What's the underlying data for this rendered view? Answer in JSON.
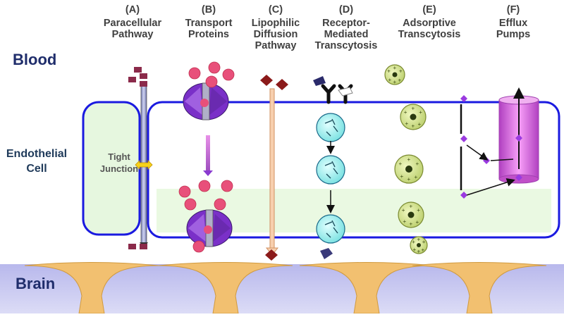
{
  "regions": {
    "blood": "Blood",
    "endothelial_cell": "Endothelial\nCell",
    "brain": "Brain",
    "tight_junction": "Tight\nJunction"
  },
  "pathways": [
    {
      "letter": "(A)",
      "name": "Paracellular\nPathway"
    },
    {
      "letter": "(B)",
      "name": "Transport\nProteins"
    },
    {
      "letter": "(C)",
      "name": "Lipophilic\nDiffusion\nPathway"
    },
    {
      "letter": "(D)",
      "name": "Receptor-\nMediated\nTranscytosis"
    },
    {
      "letter": "(E)",
      "name": "Adsorptive\nTranscytosis"
    },
    {
      "letter": "(F)",
      "name": "Efflux\nPumps"
    }
  ],
  "colors": {
    "cell_outline": "#1a1ae0",
    "cell_fill": "#e8f8e0",
    "brain_fill": "#c8c8f0",
    "astrocyte": "#f2c070",
    "region_label": "#1f2d6b",
    "pathway_label": "#404040",
    "maroon_particle": "#8b2a4a",
    "pink_particle": "#e8507a",
    "transporter": "#8a3ad0",
    "diffusion_arrow": "#f5c8a0",
    "lipophilic_particle": "#8b1a1a",
    "vesicle_cyan": "#a8f0f0",
    "vesicle_olive": "#d8e890",
    "efflux_pump": "#e070e8",
    "efflux_substrate": "#9a3ae0"
  },
  "icons": [
    "tight-junction-double-arrow",
    "antibody-receptor",
    "transport-protein",
    "endocytic-vesicle",
    "efflux-pump"
  ]
}
